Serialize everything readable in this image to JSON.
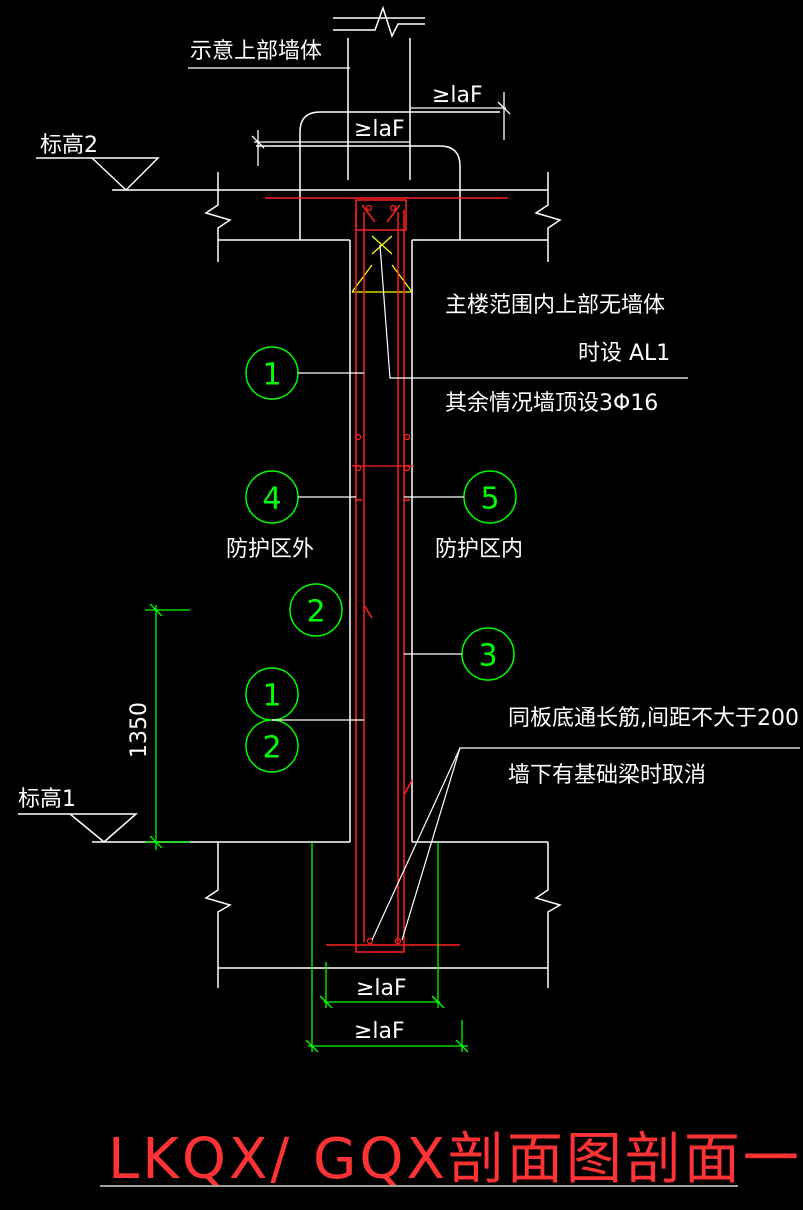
{
  "labels": {
    "upper_wall": "示意上部墙体",
    "elev2": "标高2",
    "elev1": "标高1",
    "note_main_1": "主楼范围内上部无墙体",
    "note_main_2": "时设 AL1",
    "note_rest": "其余情况墙顶设3Φ16",
    "outside": "防护区外",
    "inside": "防护区内",
    "note_bottom_1": "同板底通长筋,间距不大于200",
    "note_bottom_2": "墙下有基础梁时取消",
    "laf": "≥laF",
    "dim_1350": "1350"
  },
  "markers": {
    "m1_top": "1",
    "m4": "4",
    "m5": "5",
    "m2_mid": "2",
    "m3": "3",
    "m1_low": "1",
    "m2_low": "2"
  },
  "title": "LKQX/ GQX剖面图剖面一",
  "colors": {
    "outline": "#ffffff",
    "rebar": "#ff2020",
    "dimension": "#00ff00",
    "marker": "#00ff00",
    "leader": "#ffffff",
    "tie": "#ffff00",
    "title": "#ff3333"
  }
}
